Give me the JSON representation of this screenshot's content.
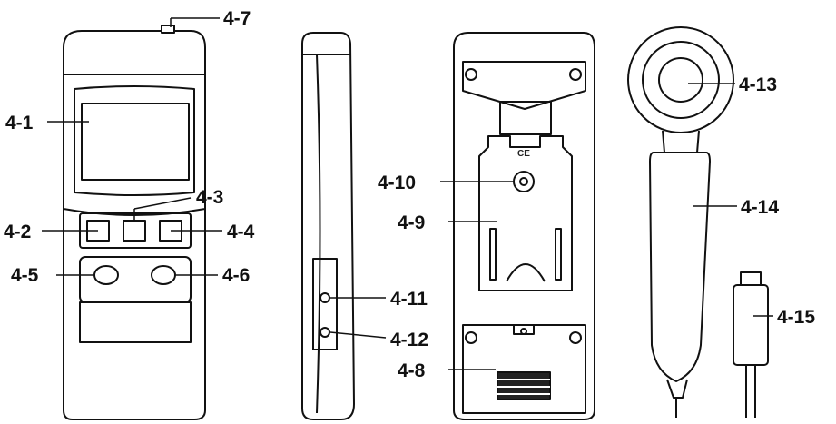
{
  "colors": {
    "ink": "#111111",
    "body": "#ffffff",
    "shade": "#e6e6e6",
    "dark": "#222222"
  },
  "ce_mark": "CE",
  "labels": {
    "l1": "4-1",
    "l2": "4-2",
    "l3": "4-3",
    "l4": "4-4",
    "l5": "4-5",
    "l6": "4-6",
    "l7": "4-7",
    "l8": "4-8",
    "l9": "4-9",
    "l10": "4-10",
    "l11": "4-11",
    "l12": "4-12",
    "l13": "4-13",
    "l14": "4-14",
    "l15": "4-15"
  }
}
